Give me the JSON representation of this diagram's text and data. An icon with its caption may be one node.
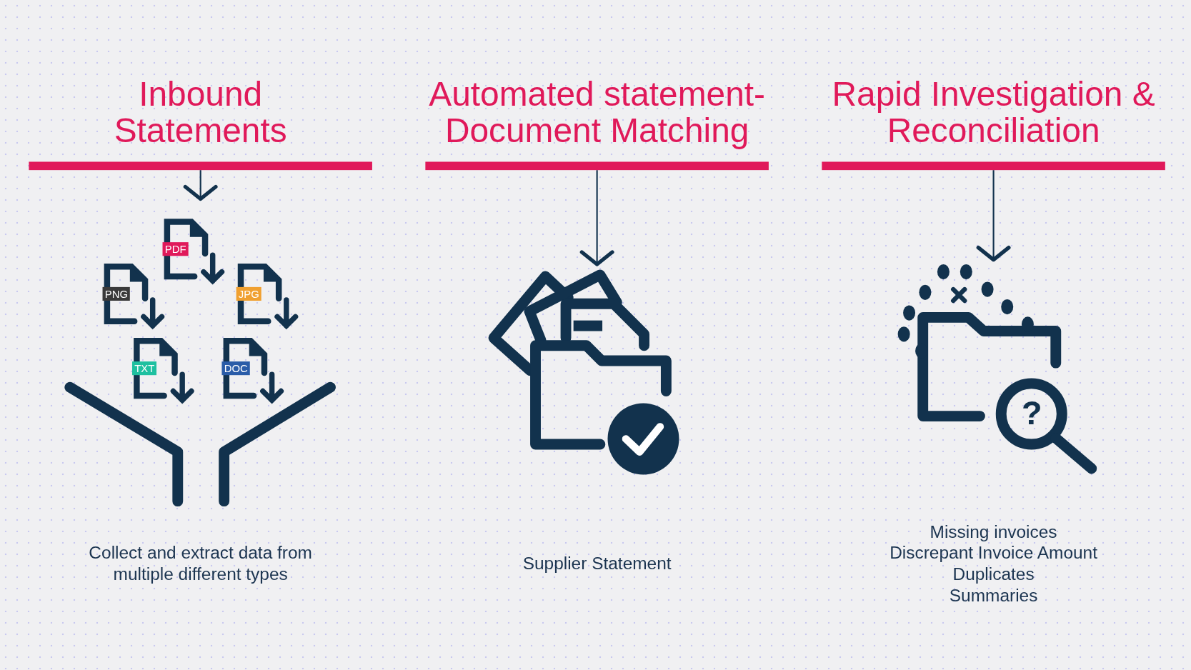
{
  "diagram": {
    "nodes": [
      {
        "text": [
          "Inbound Statements"
        ]
      },
      {
        "text": [
          "Automated statement-Document Matching"
        ]
      },
      {
        "text": [
          "Rapid Investigation & Reconciliation"
        ]
      },
      {
        "text": [],
        "shape": "picture",
        "beside": [
          "Collect and extract data from multiple different types"
        ]
      },
      {
        "text": [],
        "shape": "picture"
      },
      {
        "text": [],
        "shape": "picture",
        "beside": [
          "Missing invoices",
          "Discrepant Invoice Amount",
          "Duplicates",
          "Summaries"
        ]
      }
    ],
    "edges": [
      {
        "from": 0,
        "to": 3,
        "arrow": "to"
      },
      {
        "from": 1,
        "to": 4,
        "arrow": "to"
      },
      {
        "from": 2,
        "to": 5,
        "arrow": "to"
      }
    ],
    "labels": [
      "PDF",
      "PNG",
      "JPG",
      "TXT",
      "DOC",
      "?",
      "Supplier Statement"
    ]
  }
}
